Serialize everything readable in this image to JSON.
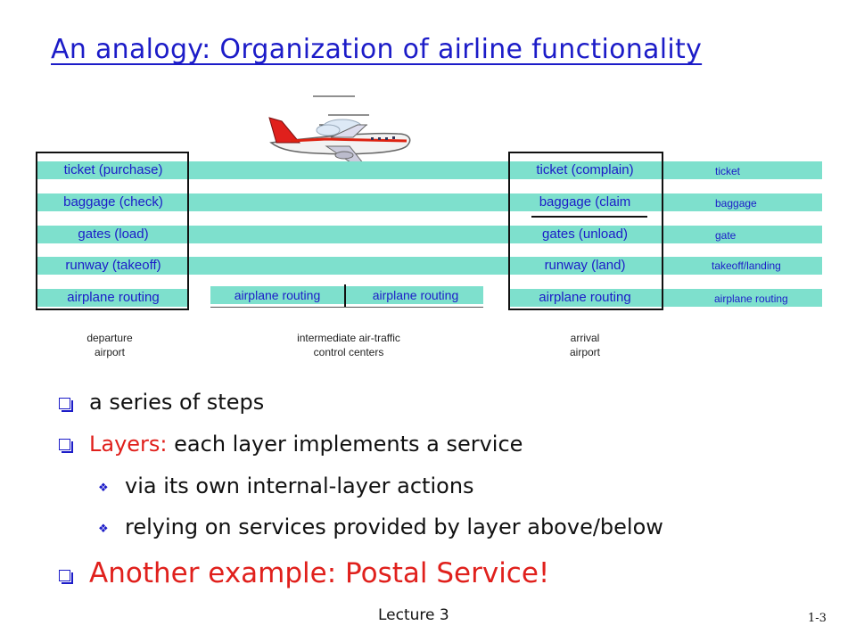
{
  "title": "An analogy: Organization of airline functionality",
  "departure_layers": [
    "ticket (purchase)",
    "baggage (check)",
    "gates (load)",
    "runway (takeoff)",
    "airplane routing"
  ],
  "arrival_layers": [
    "ticket (complain)",
    "baggage (claim",
    "gates (unload)",
    "runway (land)",
    "airplane routing"
  ],
  "intermediate_layers": [
    "airplane routing",
    "airplane routing"
  ],
  "layer_names": [
    "ticket",
    "baggage",
    "gate",
    "takeoff/landing",
    "airplane routing"
  ],
  "captions": {
    "departure": "departure\nairport",
    "intermediate": "intermediate air-traffic\ncontrol centers",
    "arrival": "arrival\nairport"
  },
  "bullets": {
    "b1": "a series of steps",
    "b2_highlight": "Layers:",
    "b2_rest": " each layer implements a service",
    "sub1": "via its own internal-layer actions",
    "sub2": "relying on services provided by layer above/below",
    "b3": "Another example: Postal Service!"
  },
  "footer": "Lecture 3",
  "page_number": "1-3",
  "colors": {
    "band": "#7ee0cd",
    "text_blue": "#1c1cc8",
    "highlight_red": "#e0201c"
  },
  "icons": [
    "airplane-icon"
  ]
}
